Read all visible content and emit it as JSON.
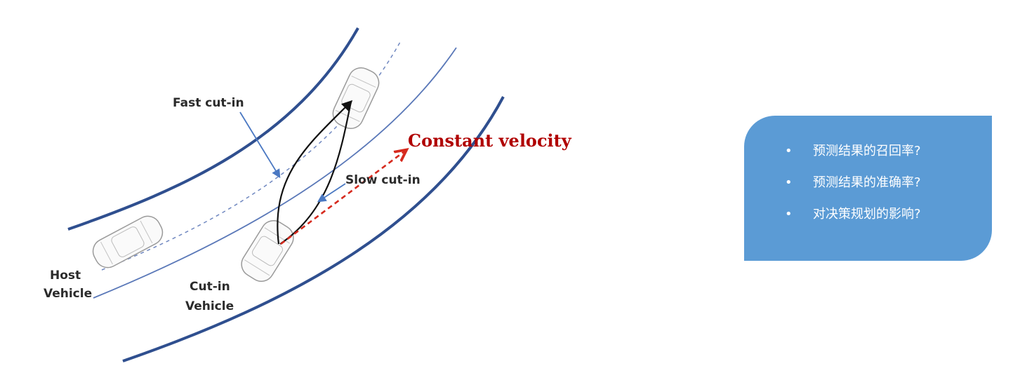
{
  "diagram": {
    "labels": {
      "fast_cut_in": "Fast cut-in",
      "constant_velocity": "Constant velocity",
      "slow_cut_in": "Slow cut-in",
      "host_line1": "Host",
      "host_line2": "Vehicle",
      "cutin_line1": "Cut-in",
      "cutin_line2": "Vehicle"
    }
  },
  "panel": {
    "bullet": "•",
    "items": [
      "预测结果的召回率?",
      "预测结果的准确率?",
      "对决策规划的影响?"
    ]
  },
  "colors": {
    "road": "#2f4f8f",
    "lane": "#5a78b8",
    "cv_arrow": "#d62a1e",
    "cv_text": "#b00000",
    "panel_bg": "#5b9bd5"
  }
}
